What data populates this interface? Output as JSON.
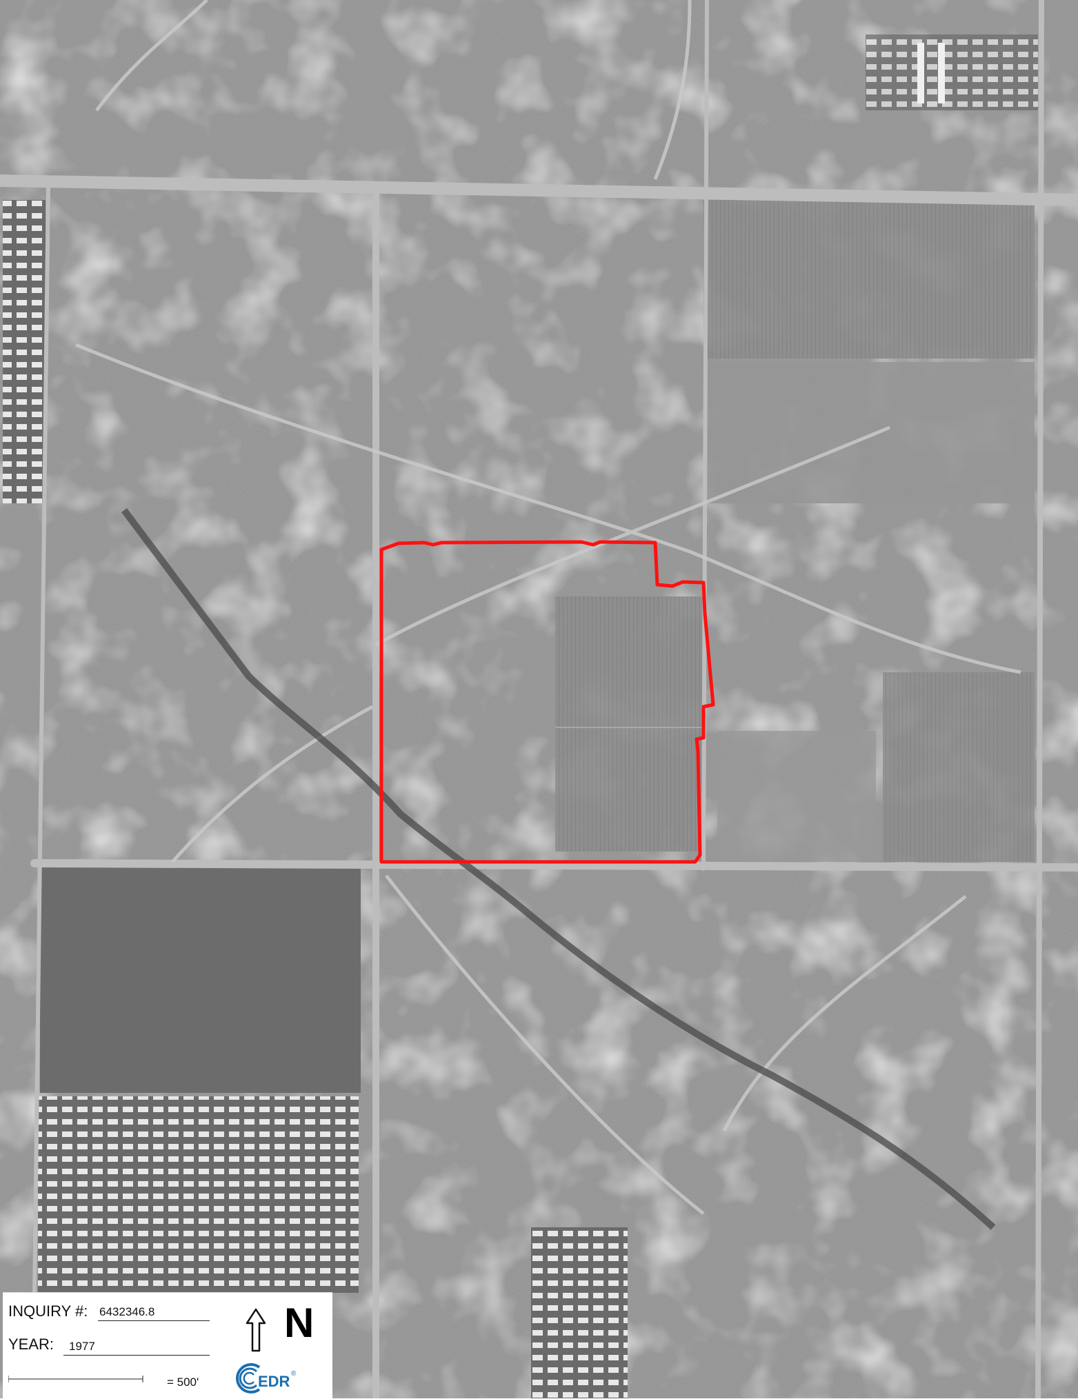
{
  "map": {
    "type": "aerial-photograph",
    "imagery": "black-and-white",
    "site_boundary_color": "#ff1111",
    "features": [
      "roads",
      "agricultural-fields",
      "mobile-home-parks",
      "scrubland",
      "dirt-tracks",
      "farmsteads",
      "drainage-wash"
    ]
  },
  "legend": {
    "inquiry_label": "INQUIRY #:",
    "inquiry_value": "6432346.8",
    "year_label": "YEAR:",
    "year_value": "1977",
    "scale_text": "= 500'",
    "north_label": "N",
    "logo_text": "EDR",
    "logo_registered": "®",
    "logo_color": "#1a6fb0"
  }
}
